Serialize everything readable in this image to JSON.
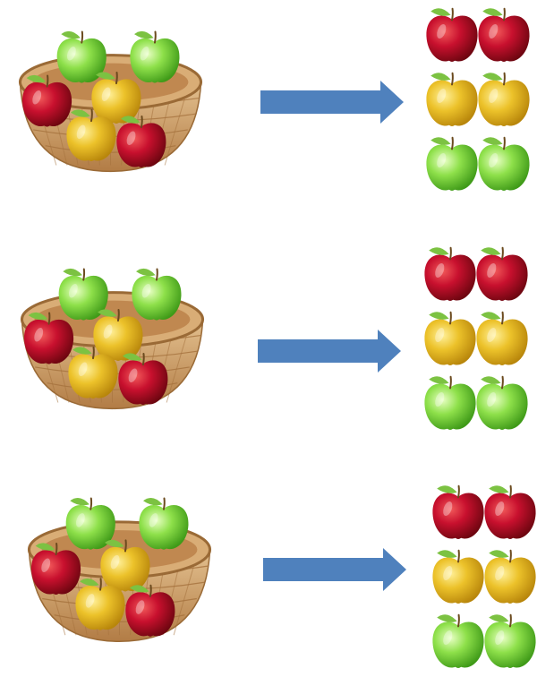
{
  "colors": {
    "background": "#ffffff",
    "arrow": "#4f81bd",
    "red_apple": "#c8102e",
    "yellow_apple": "#ecc22a",
    "green_apple": "#8ee04a",
    "leaf": "#7cc242",
    "basket": "#c8955e"
  },
  "icons": {
    "basket": "basket-icon",
    "arrow": "right-arrow-icon",
    "red_apple": "red-apple-icon",
    "yellow_apple": "yellow-apple-icon",
    "green_apple": "green-apple-icon"
  },
  "rows": [
    {
      "basket_apples": [
        {
          "color": "green"
        },
        {
          "color": "green"
        },
        {
          "color": "red"
        },
        {
          "color": "yellow"
        },
        {
          "color": "yellow"
        },
        {
          "color": "red"
        }
      ],
      "sorted_groups": [
        {
          "color": "red",
          "count": 2
        },
        {
          "color": "yellow",
          "count": 2
        },
        {
          "color": "green",
          "count": 2
        }
      ]
    },
    {
      "basket_apples": [
        {
          "color": "green"
        },
        {
          "color": "green"
        },
        {
          "color": "red"
        },
        {
          "color": "yellow"
        },
        {
          "color": "yellow"
        },
        {
          "color": "red"
        }
      ],
      "sorted_groups": [
        {
          "color": "red",
          "count": 2
        },
        {
          "color": "yellow",
          "count": 2
        },
        {
          "color": "green",
          "count": 2
        }
      ]
    },
    {
      "basket_apples": [
        {
          "color": "green"
        },
        {
          "color": "green"
        },
        {
          "color": "red"
        },
        {
          "color": "yellow"
        },
        {
          "color": "yellow"
        },
        {
          "color": "red"
        }
      ],
      "sorted_groups": [
        {
          "color": "red",
          "count": 2
        },
        {
          "color": "yellow",
          "count": 2
        },
        {
          "color": "green",
          "count": 2
        }
      ]
    }
  ]
}
